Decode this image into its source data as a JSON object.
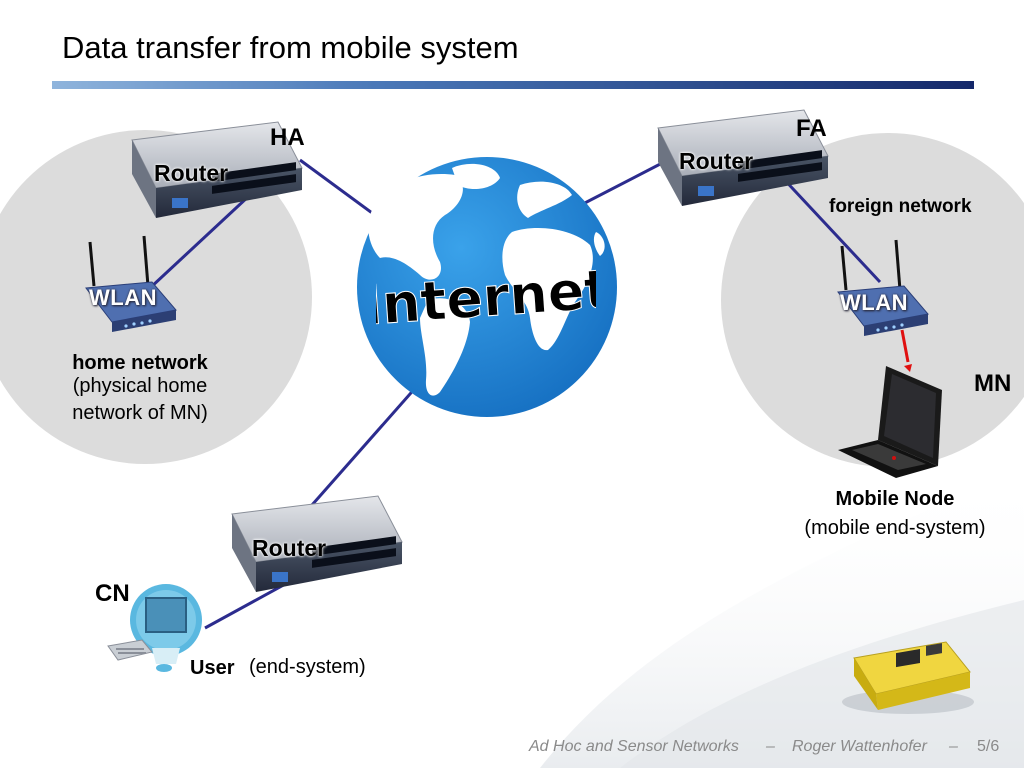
{
  "slide": {
    "title": "Data transfer from mobile system"
  },
  "diagram": {
    "internet_label": "Internet",
    "ha_label": "HA",
    "fa_label": "FA",
    "cn_label": "CN",
    "mn_label": "MN",
    "router_label": "Router",
    "wlan_label": "WLAN",
    "home_network": {
      "title": "home network",
      "desc_line1": "(physical home",
      "desc_line2": "network of MN)"
    },
    "foreign_network": "foreign network",
    "mobile_node": {
      "title": "Mobile Node",
      "desc": "(mobile end-system)"
    },
    "user": {
      "title": "User",
      "desc": "(end-system)"
    }
  },
  "footer": {
    "course": "Ad Hoc and Sensor Networks",
    "sep": "–",
    "author": "Roger Wattenhofer",
    "page": "5/6"
  },
  "colors": {
    "accent_bar": "#1f3a7a",
    "link_line": "#2a2a8c",
    "mobility_arrow": "#e01010",
    "ocean": "#1e88d8",
    "network_circle": "#dddddd"
  }
}
